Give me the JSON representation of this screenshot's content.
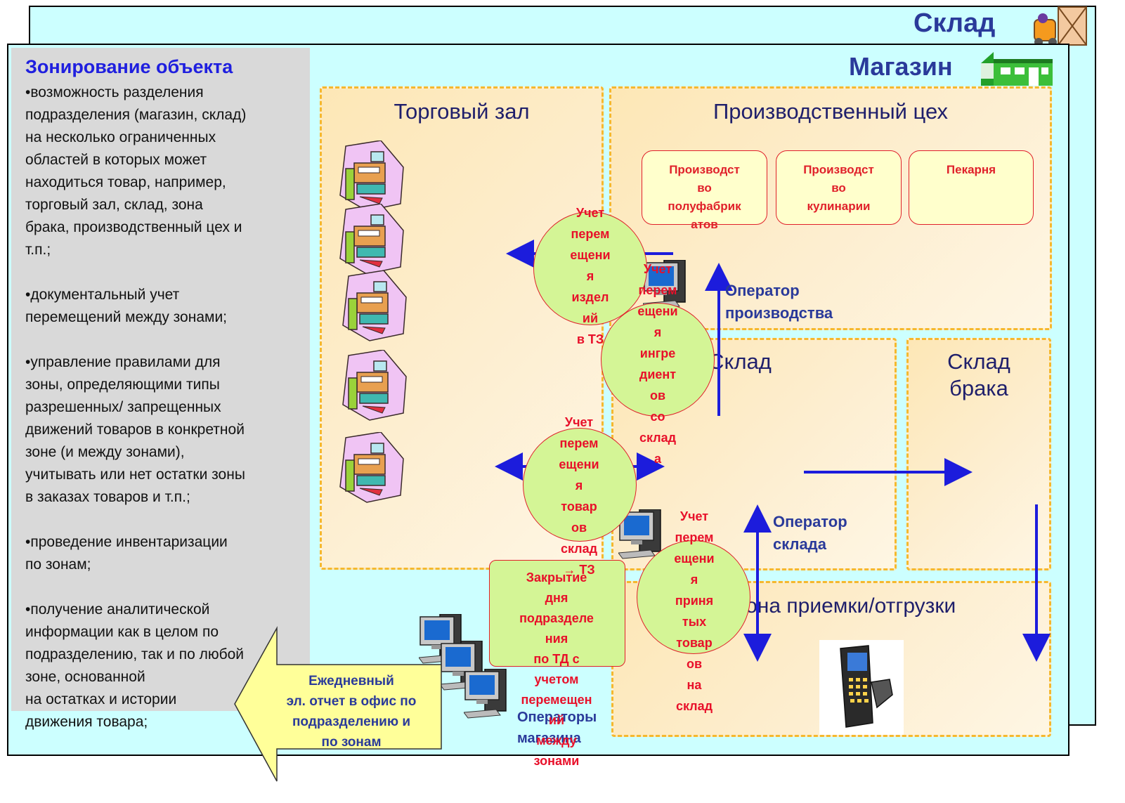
{
  "headers": {
    "warehouse_label": "Склад",
    "store_label": "Магазин"
  },
  "sidebar": {
    "title": "Зонирование объекта",
    "body": " •возможность разделения\nподразделения (магазин, склад)\nна несколько ограниченных\nобластей в которых может\nнаходиться товар, например,\nторговый зал, склад, зона\nбрака, производственный цех и\nт.п.;\n\n •документальный учет\nперемещений между зонами;\n\n •управление правилами для\nзоны, определяющими типы\nразрешенных/ запрещенных\nдвижений товаров в конкретной\nзоне (и между зонами),\nучитывать или нет остатки зоны\nв заказах товаров и т.п.;\n\n •проведение инвентаризации\nпо зонам;\n\n •получение аналитической\nинформации как в целом по\nподразделению, так и по любой\nзоне, основанной\nна остатках и истории\nдвижения товара;"
  },
  "zones": {
    "sales_floor": "Торговый зал",
    "production": "Производственный цех",
    "warehouse": "Склад",
    "defect": "Склад\nбрака",
    "receiving": "Зона приемки/отгрузки"
  },
  "production_units": [
    "Производст\nво\nполуфабрик\nатов",
    "Производст\nво\nкулинарии",
    "Пекарня"
  ],
  "operators": {
    "production": "Оператор\nпроизводства",
    "warehouse": "Оператор\nсклада",
    "store": "Операторы\nмагазина"
  },
  "circles": {
    "products_to_tz": "Учет\nперем\nещени\nя\nиздел\nий\nв ТЗ",
    "ingredients": "Учет\nперем\nещени\nя\nингре\nдиент\nов\nсо\nсклад\nа",
    "goods_from_warehouse": "Учет\nперем\nещени\nя\nтовар\nов\nсклад\n→ ТЗ",
    "received_goods": "Учет\nперем\nещени\nя\nприня\nтых\nтовар\nов\nна\nсклад"
  },
  "closing_box": {
    "text": "Закрытие\nдня\nподразделе\nния\nпо ТД с\nучетом\nперемещен\nий\nмежду\nзонами"
  },
  "report_arrow": {
    "text": "Ежедневный\nэл. отчет в офис по\nподразделению и\nпо зонам"
  },
  "colors": {
    "panel": "#ccffff",
    "zone_fill": "#fde7b6",
    "zone_border": "#f5b82e",
    "circle_fill": "#d4f596",
    "red_text": "#e8102a",
    "arrow_blue": "#1c1cdc",
    "title_blue": "#2a3a9a"
  },
  "icons": [
    "cash-register-icon",
    "computer-workstation-icon",
    "barcode-scanner-icon",
    "forklift-icon",
    "store-building-icon"
  ]
}
